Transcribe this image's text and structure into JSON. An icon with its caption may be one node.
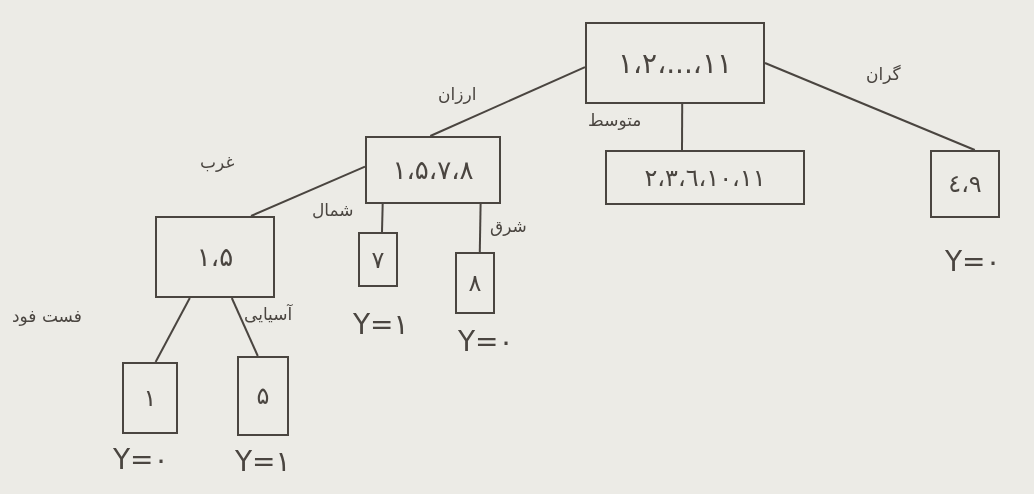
{
  "diagram": {
    "nodes": [
      {
        "text": [
          "۱،۲،...،۱۱"
        ]
      },
      {
        "text": [
          "۱،۵،۷،۸"
        ]
      },
      {
        "text": [
          "۲،۳،٦،۱۰،۱۱"
        ]
      },
      {
        "text": [
          "٤،۹"
        ],
        "beside": [
          "Y=۰"
        ]
      },
      {
        "text": [
          "۱،۵"
        ]
      },
      {
        "text": [
          "۷"
        ],
        "beside": [
          "Y=۱"
        ]
      },
      {
        "text": [
          "۸"
        ],
        "beside": [
          "Y=۰"
        ]
      },
      {
        "text": [
          "۱"
        ],
        "beside": [
          "Y=۰"
        ]
      },
      {
        "text": [
          "۵"
        ],
        "beside": [
          "Y=۱"
        ]
      }
    ],
    "edges": [
      {
        "from": 0,
        "to": 1,
        "arrow": "none",
        "label": "ارزان"
      },
      {
        "from": 0,
        "to": 2,
        "arrow": "none",
        "label": "متوسط"
      },
      {
        "from": 0,
        "to": 3,
        "arrow": "none",
        "label": "گران"
      },
      {
        "from": 1,
        "to": 4,
        "arrow": "none",
        "label": "غرب"
      },
      {
        "from": 1,
        "to": 5,
        "arrow": "none",
        "label": "شمال"
      },
      {
        "from": 1,
        "to": 6,
        "arrow": "none",
        "label": "شرق"
      },
      {
        "from": 4,
        "to": 7,
        "arrow": "none",
        "label": "فست فود"
      },
      {
        "from": 4,
        "to": 8,
        "arrow": "none",
        "label": "آسیایی"
      }
    ]
  }
}
